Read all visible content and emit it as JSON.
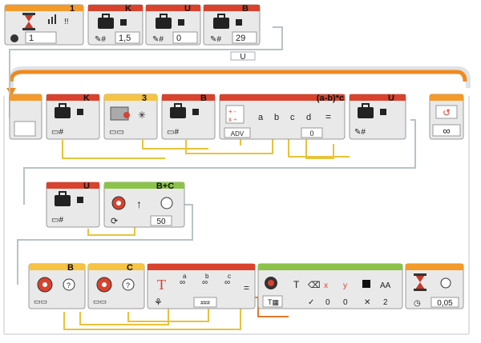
{
  "colors": {
    "sequence_wire": "#f08a1e",
    "data_wire_yellow": "#e8c33a",
    "data_wire_orange": "#e07a2a",
    "data_wire_blue": "#6a8fb8",
    "block_body": "#e9e9ea",
    "block_border": "#9a9a9a",
    "header_orange": "#f39a2a",
    "header_red": "#d9422d",
    "header_green": "#8bc34a",
    "header_yellow": "#f6c343",
    "connector": "#b9c9cc"
  },
  "row1": {
    "wait": {
      "header": "1",
      "value": "1",
      "icon": "hourglass-icon"
    },
    "var_k": {
      "header": "K",
      "value": "1,5",
      "icon": "briefcase-icon"
    },
    "var_u": {
      "header": "U",
      "value": "0",
      "icon": "briefcase-icon"
    },
    "var_b": {
      "header": "B",
      "value": "29",
      "icon": "briefcase-icon"
    }
  },
  "wire_label_u": "U",
  "row2": {
    "var_k": {
      "header": "K"
    },
    "sensor": {
      "header": "3"
    },
    "var_b": {
      "header": "B"
    },
    "math": {
      "header": "(a-b)*c",
      "mode": "ADV",
      "inputs": [
        "a",
        "b",
        "c",
        "d"
      ],
      "equals": "=",
      "value": "0"
    },
    "var_u": {
      "header": "U"
    },
    "loop": {
      "symbol": "∞"
    }
  },
  "row3": {
    "var_u": {
      "header": "U"
    },
    "steering": {
      "header": "B+C",
      "value": "50"
    }
  },
  "row4": {
    "motor_b": {
      "header": "B"
    },
    "motor_c": {
      "header": "C"
    },
    "text": {
      "labels": [
        "a",
        "b",
        "c"
      ],
      "equals": "=",
      "value": "###"
    },
    "display": {
      "values": [
        "0",
        "0",
        "2"
      ],
      "text_symbol": "T",
      "font_symbol": "AA"
    },
    "wait": {
      "value": "0,05"
    }
  }
}
